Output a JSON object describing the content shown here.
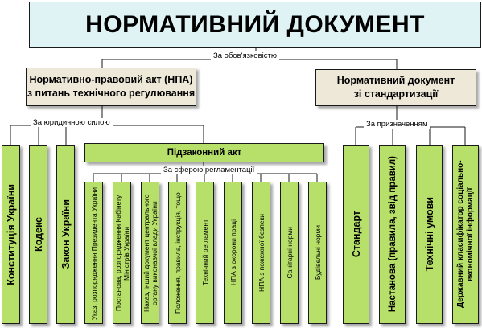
{
  "title": "НОРМАТИВНИЙ ДОКУМЕНТ",
  "criteria": {
    "top": "За обов'язковістю",
    "legal": "За юридичною силою",
    "purpose": "За призначенням",
    "subordinate": "За сферою регламентації"
  },
  "left_branch": "Нормативно-правовий акт (НПА) з питань технічного регулювання",
  "right_branch": "Нормативний документ зі стандартизації",
  "legal_items": [
    "Конституція України",
    "Кодекс",
    "Закон України"
  ],
  "subordinate": {
    "label": "Підзаконний акт",
    "items": [
      "Указ, розпорядження Президента України",
      "Постанова, розпорядження Кабінету Міністрів України",
      "Наказ, інший документ центрального органу виконавчої влади України",
      "Положення, правила, інструкція, тощо",
      "Технічний регламент",
      "НПА з охорони праці",
      "НПА з пожежної безпеки",
      "Санітарні норми",
      "Будівельні норми"
    ]
  },
  "standard_items": [
    "Стандарт",
    "Настанова (правила, звід правил)",
    "Технічні умови",
    "Державний класифікатор соціально-економічної інформації"
  ],
  "colors": {
    "title_bg": "#dff3f4",
    "branch_bg": "#ede8d8",
    "leaf_bg": "#b7e06a",
    "line": "#1a1a1a"
  }
}
